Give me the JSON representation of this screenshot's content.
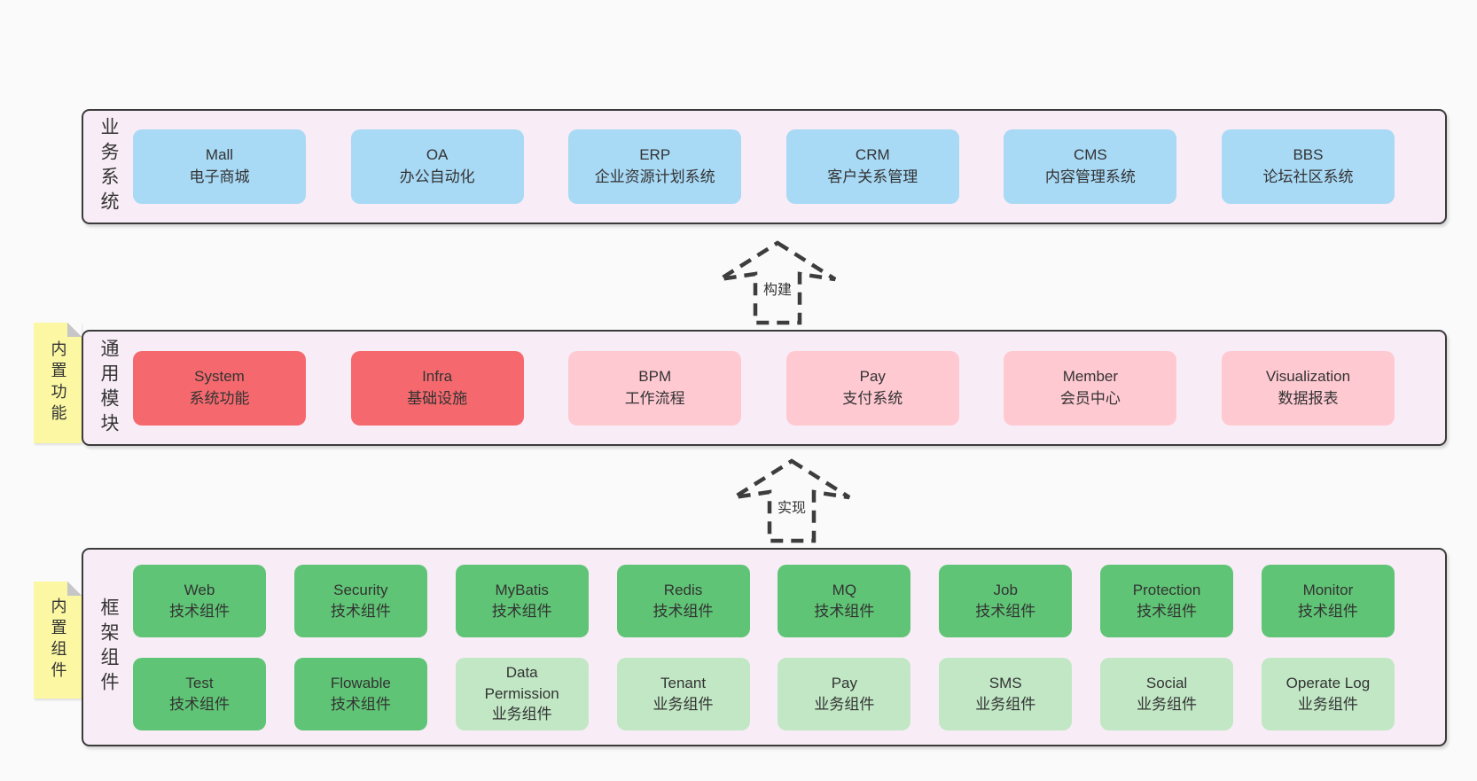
{
  "colors": {
    "page_bg": "#fafafa",
    "layer_bg": "#f8edf6",
    "layer_border": "#3b3b3b",
    "blue": "#a8d9f5",
    "red": "#f5696e",
    "pink": "#ffc9d2",
    "green": "#5fc475",
    "light_green": "#c1e7c5",
    "sticky_yellow": "#fbf7a3",
    "fold_gray": "#c6c6c6",
    "text": "#333333"
  },
  "layers": [
    {
      "label": "业务系统",
      "boxes": [
        {
          "title": "Mall",
          "subtitle": "电子商城",
          "variant": "blue"
        },
        {
          "title": "OA",
          "subtitle": "办公自动化",
          "variant": "blue"
        },
        {
          "title": "ERP",
          "subtitle": "企业资源计划系统",
          "variant": "blue"
        },
        {
          "title": "CRM",
          "subtitle": "客户关系管理",
          "variant": "blue"
        },
        {
          "title": "CMS",
          "subtitle": "内容管理系统",
          "variant": "blue"
        },
        {
          "title": "BBS",
          "subtitle": "论坛社区系统",
          "variant": "blue"
        }
      ]
    },
    {
      "label": "通用模块",
      "sticky": "内置功能",
      "boxes": [
        {
          "title": "System",
          "subtitle": "系统功能",
          "variant": "red"
        },
        {
          "title": "Infra",
          "subtitle": "基础设施",
          "variant": "red"
        },
        {
          "title": "BPM",
          "subtitle": "工作流程",
          "variant": "pink"
        },
        {
          "title": "Pay",
          "subtitle": "支付系统",
          "variant": "pink"
        },
        {
          "title": "Member",
          "subtitle": "会员中心",
          "variant": "pink"
        },
        {
          "title": "Visualization",
          "subtitle": "数据报表",
          "variant": "pink"
        }
      ]
    },
    {
      "label": "框架组件",
      "sticky": "内置组件",
      "rows": [
        [
          {
            "title": "Web",
            "subtitle": "技术组件",
            "variant": "green"
          },
          {
            "title": "Security",
            "subtitle": "技术组件",
            "variant": "green"
          },
          {
            "title": "MyBatis",
            "subtitle": "技术组件",
            "variant": "green"
          },
          {
            "title": "Redis",
            "subtitle": "技术组件",
            "variant": "green"
          },
          {
            "title": "MQ",
            "subtitle": "技术组件",
            "variant": "green"
          },
          {
            "title": "Job",
            "subtitle": "技术组件",
            "variant": "green"
          },
          {
            "title": "Protection",
            "subtitle": "技术组件",
            "variant": "green"
          },
          {
            "title": "Monitor",
            "subtitle": "技术组件",
            "variant": "green"
          }
        ],
        [
          {
            "title": "Test",
            "subtitle": "技术组件",
            "variant": "green"
          },
          {
            "title": "Flowable",
            "subtitle": "技术组件",
            "variant": "green"
          },
          {
            "title": "Data Permission",
            "subtitle": "业务组件",
            "variant": "light-green"
          },
          {
            "title": "Tenant",
            "subtitle": "业务组件",
            "variant": "light-green"
          },
          {
            "title": "Pay",
            "subtitle": "业务组件",
            "variant": "light-green"
          },
          {
            "title": "SMS",
            "subtitle": "业务组件",
            "variant": "light-green"
          },
          {
            "title": "Social",
            "subtitle": "业务组件",
            "variant": "light-green"
          },
          {
            "title": "Operate Log",
            "subtitle": "业务组件",
            "variant": "light-green"
          }
        ]
      ]
    }
  ],
  "arrows": [
    {
      "label": "构建"
    },
    {
      "label": "实现"
    }
  ]
}
